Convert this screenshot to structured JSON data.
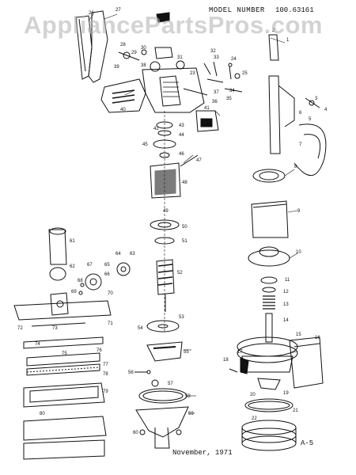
{
  "watermark": "AppliancePartsPros.com",
  "header": {
    "model_label": "MODEL NUMBER",
    "model_value": "100.63161"
  },
  "footer": {
    "date": "November, 1971",
    "page_code": "A-5"
  },
  "part_labels": [
    "1",
    "2",
    "3",
    "4",
    "5",
    "6",
    "7",
    "8",
    "9",
    "10",
    "11",
    "12",
    "13",
    "14",
    "15",
    "16",
    "17",
    "18",
    "19",
    "20",
    "21",
    "22",
    "23",
    "24",
    "25",
    "26",
    "27",
    "28",
    "29",
    "30",
    "31",
    "32",
    "33",
    "34",
    "35",
    "36",
    "37",
    "38",
    "39",
    "40",
    "41",
    "42",
    "43",
    "44",
    "45",
    "46",
    "47",
    "48",
    "49",
    "50",
    "51",
    "52",
    "53",
    "54",
    "55",
    "56",
    "57",
    "58",
    "59",
    "60",
    "61",
    "62",
    "63",
    "64",
    "65",
    "66",
    "67",
    "68",
    "69",
    "70",
    "71",
    "72",
    "73",
    "74",
    "75",
    "76",
    "77",
    "78",
    "79",
    "80"
  ],
  "colors": {
    "ink": "#111111",
    "watermark": "#afafaf",
    "background": "#ffffff"
  }
}
